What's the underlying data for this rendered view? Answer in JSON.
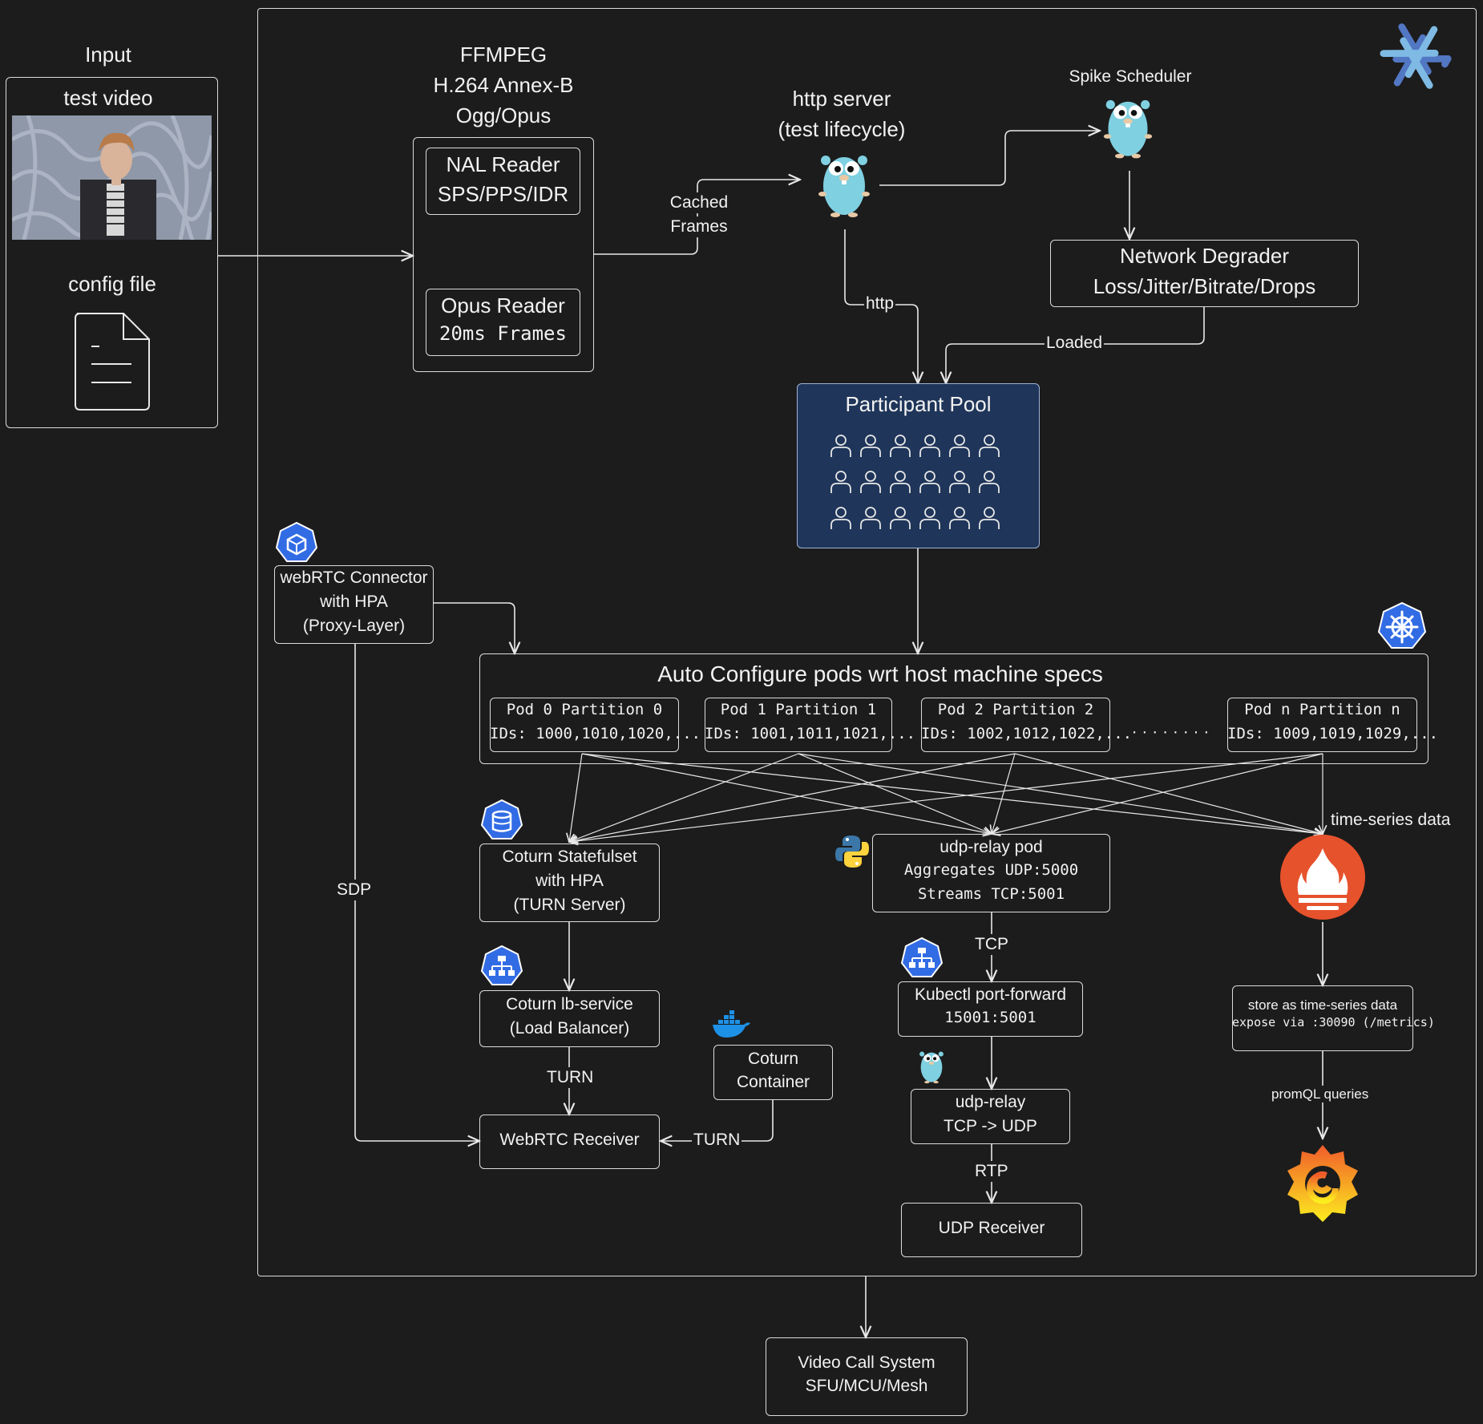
{
  "input": {
    "title": "Input",
    "video_label": "test video",
    "config_label": "config file"
  },
  "ffmpeg": {
    "title_lines": [
      "FFMPEG",
      "H.264 Annex-B",
      "Ogg/Opus"
    ],
    "nal_reader": [
      "NAL Reader",
      "SPS/PPS/IDR"
    ],
    "opus_reader": [
      "Opus Reader",
      "20ms Frames"
    ]
  },
  "http_server": {
    "lines": [
      "http server",
      "(test lifecycle)"
    ]
  },
  "spike_scheduler": {
    "label": "Spike Scheduler"
  },
  "network_degrader": {
    "lines": [
      "Network Degrader",
      "Loss/Jitter/Bitrate/Drops"
    ]
  },
  "participant_pool": {
    "title": "Participant Pool"
  },
  "webrtc_connector": {
    "lines": [
      "webRTC Connector",
      "with HPA",
      "(Proxy-Layer)"
    ]
  },
  "auto_configure": {
    "title": "Auto Configure pods wrt host machine specs",
    "pods": [
      {
        "name": "Pod 0 Partition 0",
        "ids": "IDs: 1000,1010,1020,..."
      },
      {
        "name": "Pod 1 Partition 1",
        "ids": "IDs: 1001,1011,1021,..."
      },
      {
        "name": "Pod 2 Partition 2",
        "ids": "IDs: 1002,1012,1022,..."
      },
      {
        "name": "Pod n Partition n",
        "ids": "IDs: 1009,1019,1029,..."
      }
    ],
    "ellipsis": "· · · · · · · ·"
  },
  "coturn_statefulset": {
    "lines": [
      "Coturn Statefulset",
      "with HPA",
      "(TURN Server)"
    ]
  },
  "coturn_lb": {
    "lines": [
      "Coturn lb-service",
      "(Load Balancer)"
    ]
  },
  "coturn_container": {
    "lines": [
      "Coturn",
      "Container"
    ]
  },
  "webrtc_receiver": {
    "label": "WebRTC Receiver"
  },
  "udp_relay_pod": {
    "lines": [
      "udp-relay pod",
      "Aggregates UDP:5000",
      "Streams TCP:5001"
    ]
  },
  "kubectl_pf": {
    "lines": [
      "Kubectl port-forward",
      "15001:5001"
    ]
  },
  "udp_relay": {
    "lines": [
      "udp-relay",
      "TCP -> UDP"
    ]
  },
  "udp_receiver": {
    "label": "UDP Receiver"
  },
  "prometheus_store": {
    "lines": [
      "store as time-series data",
      "expose via :30090 (/metrics)"
    ]
  },
  "video_call": {
    "lines": [
      "Video Call System",
      "SFU/MCU/Mesh"
    ]
  },
  "edge_labels": {
    "cached_frames": [
      "Cached",
      "Frames"
    ],
    "http": "http",
    "loaded": "Loaded",
    "sdp": "SDP",
    "turn_lb": "TURN",
    "turn_container": "TURN",
    "tcp": "TCP",
    "rtp": "RTP",
    "time_series": "time-series data",
    "promql": "promQL queries"
  },
  "icons": {
    "nix": "nixos-snowflake-icon",
    "gopher": "go-gopher-icon",
    "python": "python-icon",
    "docker": "docker-whale-icon",
    "prometheus": "prometheus-icon",
    "grafana": "grafana-icon",
    "k8s_helm": "kubernetes-helm-icon",
    "k8s_pod": "kubernetes-pod-icon",
    "k8s_storage": "kubernetes-storage-icon",
    "k8s_service": "kubernetes-service-icon",
    "user": "user-icon",
    "document": "document-icon",
    "video": "video-thumbnail-icon"
  },
  "colors": {
    "background": "#1c1c1c",
    "stroke": "#dcdcdc",
    "pool_fill": "#1f355a",
    "k8s_blue": "#326ce5",
    "nix_blue": "#5277c3",
    "gopher": "#7fd0e1",
    "prometheus": "#e6522c",
    "grafana": "#f46800"
  }
}
